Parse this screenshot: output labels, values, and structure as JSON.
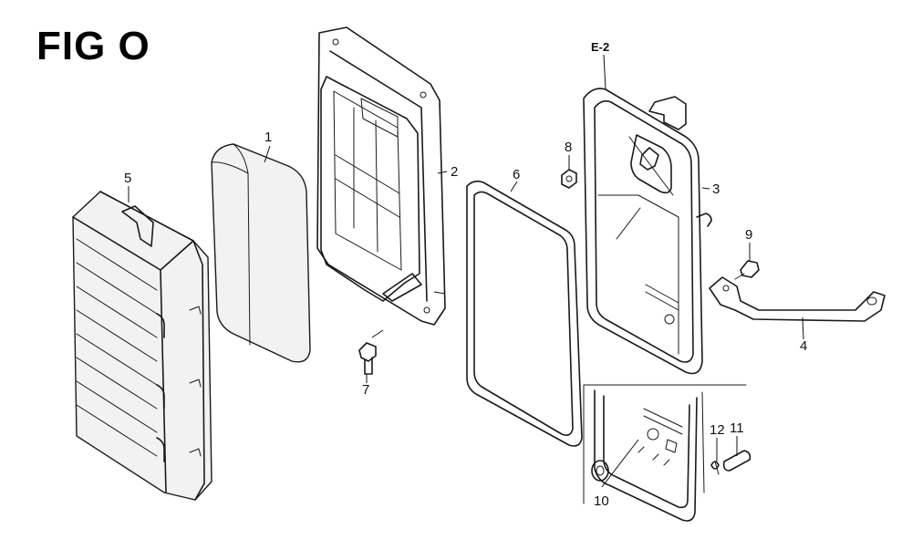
{
  "figure": {
    "title": "FIG O",
    "reference_label": "E-2"
  },
  "callouts": [
    {
      "id": "1",
      "label": "1"
    },
    {
      "id": "2",
      "label": "2"
    },
    {
      "id": "3",
      "label": "3"
    },
    {
      "id": "4",
      "label": "4"
    },
    {
      "id": "5",
      "label": "5"
    },
    {
      "id": "6",
      "label": "6"
    },
    {
      "id": "7",
      "label": "7"
    },
    {
      "id": "8",
      "label": "8"
    },
    {
      "id": "9",
      "label": "9"
    },
    {
      "id": "10",
      "label": "10"
    },
    {
      "id": "11",
      "label": "11"
    },
    {
      "id": "12",
      "label": "12"
    }
  ]
}
